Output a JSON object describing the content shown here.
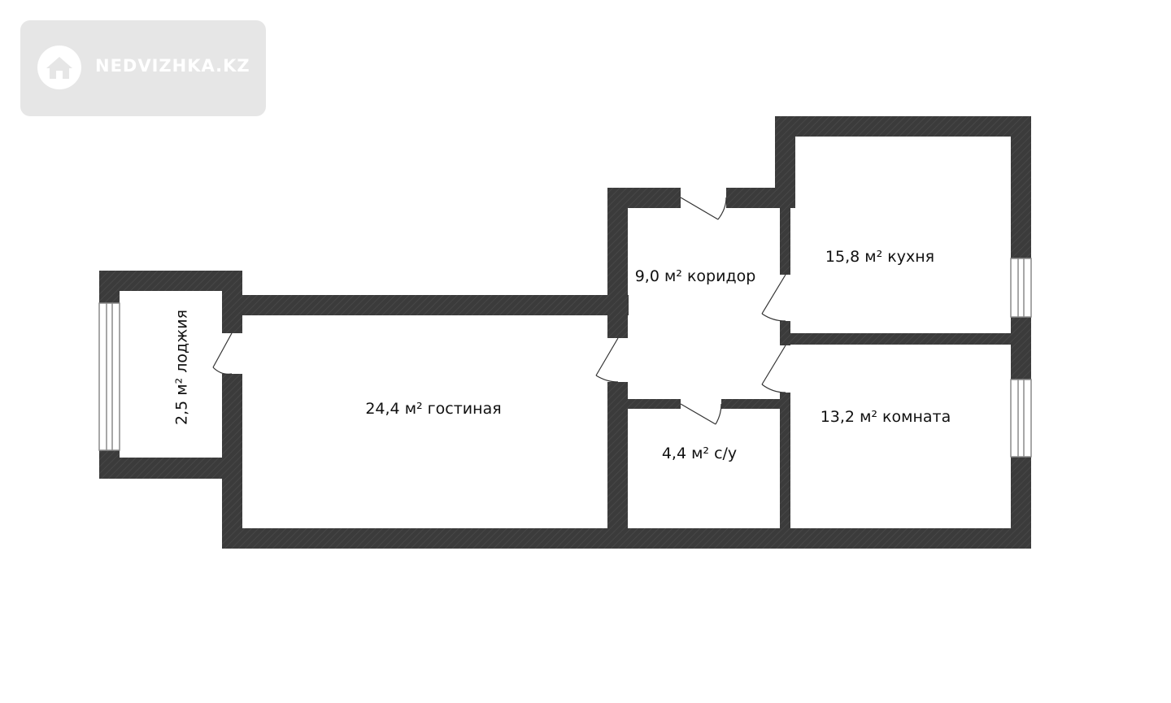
{
  "watermark": {
    "text": "NEDVIZHKA.KZ",
    "icon": "house-icon"
  },
  "rooms": {
    "loggia": "2,5  м² лоджия",
    "living": "24,4 м² гостиная",
    "corridor": "9,0 м² коридор",
    "bathroom": "4,4 м² с/у",
    "kitchen": "15,8 м² кухня",
    "room": "13,2 м² комната"
  },
  "colors": {
    "wall": "#3b3b3b",
    "watermark_bg": "#e6e6e6",
    "window": "#ffffff"
  }
}
